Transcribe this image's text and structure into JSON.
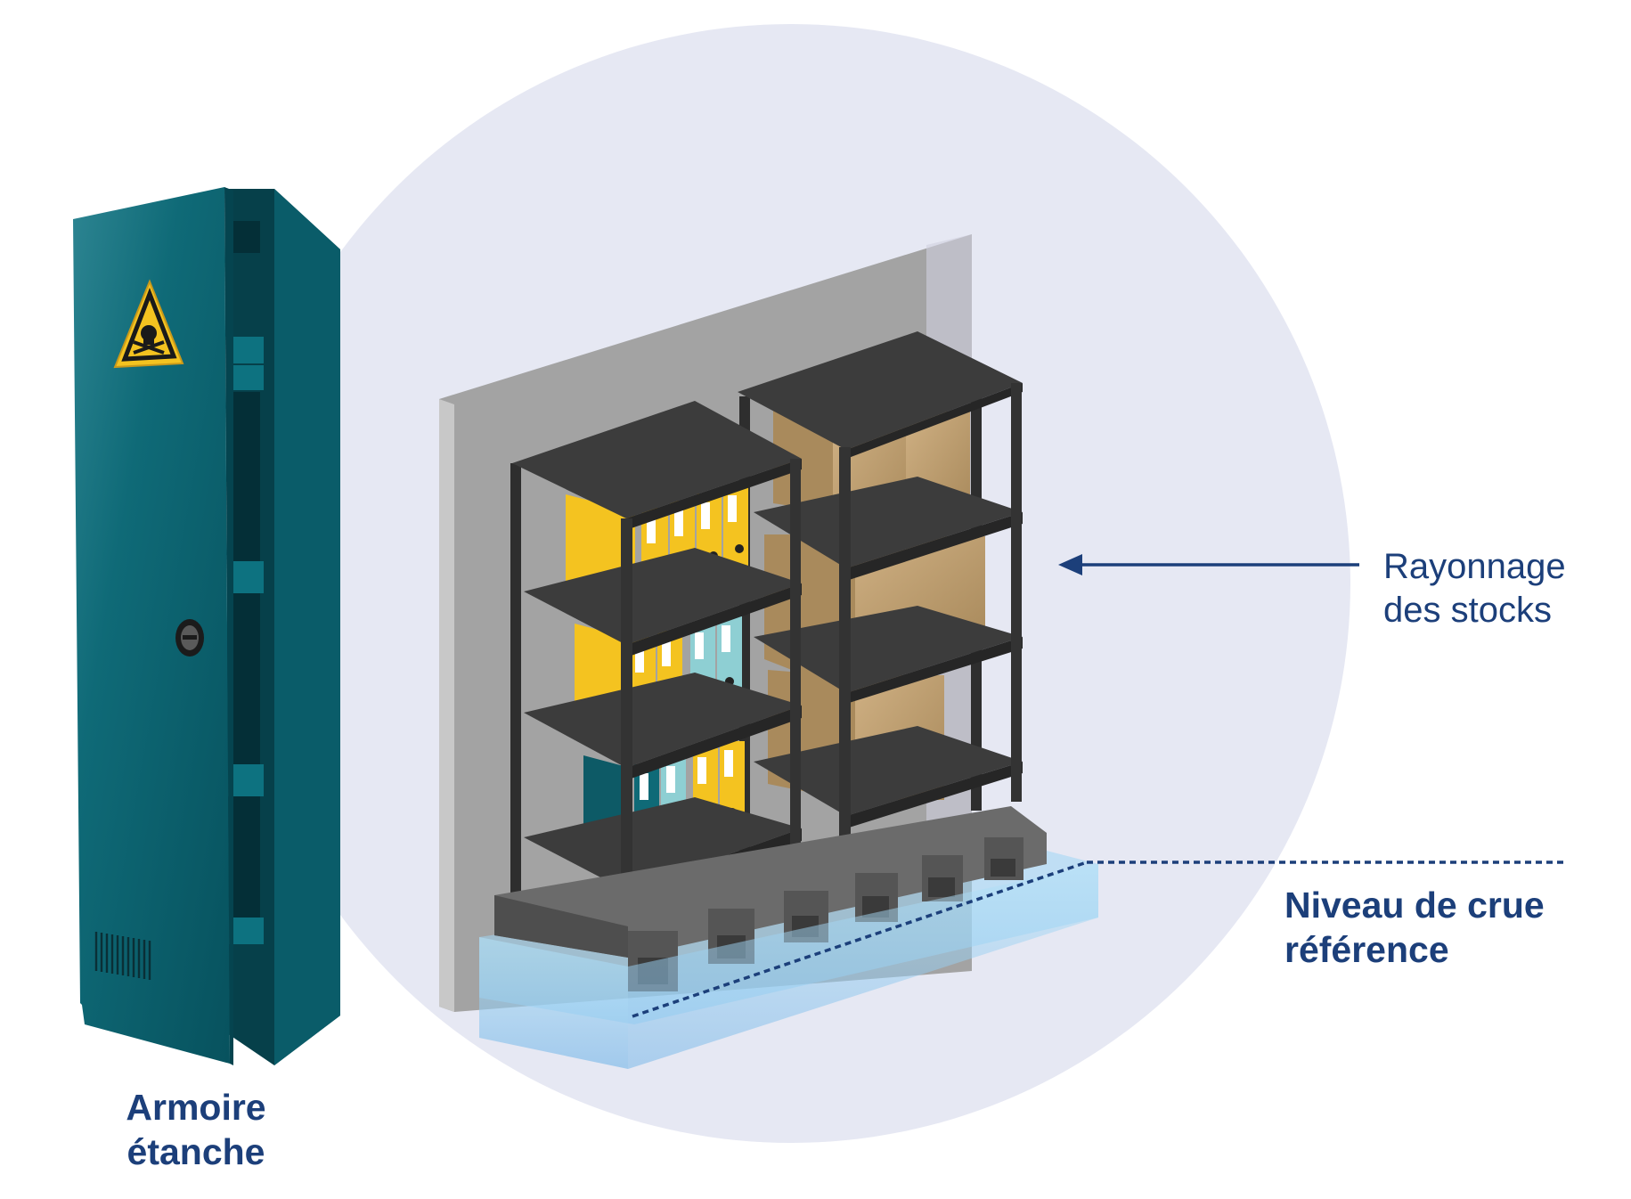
{
  "labels": {
    "cabinet": [
      "Armoire",
      "étanche"
    ],
    "shelving": [
      "Rayonnage",
      "des stocks"
    ],
    "flood_level": [
      "Niveau de crue",
      "référence"
    ]
  },
  "colors": {
    "background_circle": "#e6e8f3",
    "label_text": "#1c3f7a",
    "cabinet": "#0d6270",
    "wall": "#a3a3a3",
    "shelf_frame": "#3d3d3d",
    "binder_yellow": "#f4c320",
    "binder_teal": "#8ecfd3",
    "box": "#c8a97a",
    "water": "#8ecbf0"
  },
  "icons": {
    "hazard": "skull-crossbones-warning-icon",
    "lock": "cabinet-lock-icon",
    "vent": "vent-grille-icon",
    "arrow": "arrow-left-icon"
  }
}
